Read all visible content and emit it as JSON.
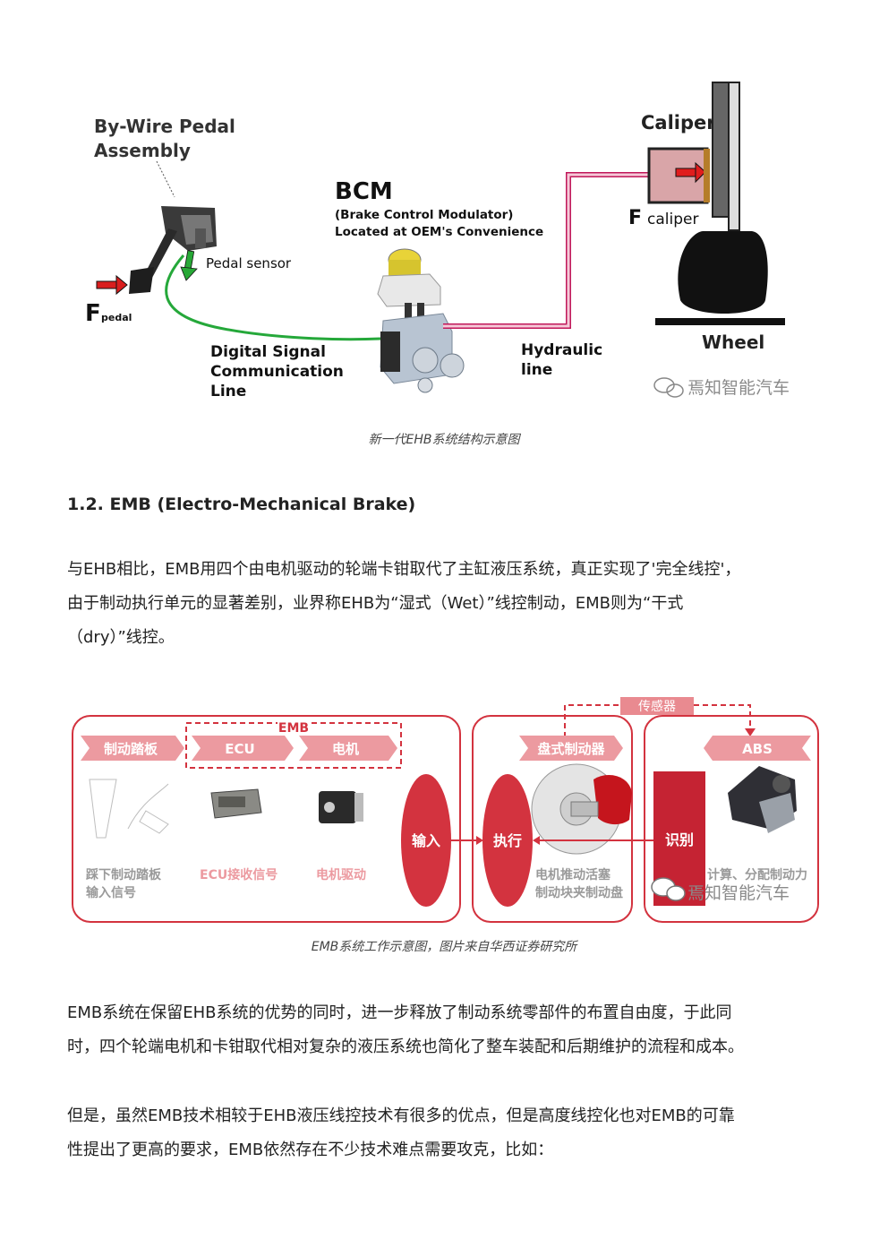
{
  "figure1": {
    "pedal_assembly_label": [
      "By-Wire Pedal",
      "Assembly"
    ],
    "bcm_title": "BCM",
    "bcm_sub1": "(Brake Control Modulator)",
    "bcm_sub2": "Located at OEM's Convenience",
    "pedal_sensor": "Pedal sensor",
    "f_pedal_main": "F",
    "f_pedal_sub": "pedal",
    "digital_signal": [
      "Digital Signal",
      "Communication",
      "Line"
    ],
    "hydraulic": [
      "Hydraulic",
      "line"
    ],
    "caliper": "Caliper",
    "f_caliper_main": "F",
    "f_caliper_sub": "caliper",
    "wheel": "Wheel",
    "watermark": "焉知智能汽车",
    "caption": "新一代EHB系统结构示意图"
  },
  "section_heading": "1.2. EMB (Electro-Mechanical Brake)",
  "paragraph1": [
    "与EHB相比，EMB用四个由电机驱动的轮端卡钳取代了主缸液压系统，真正实现了'完全线控'，",
    "由于制动执行单元的显著差别，业界称EHB为“湿式（Wet）”线控制动，EMB则为“干式",
    "（dry）”线控。"
  ],
  "figure2": {
    "sensor": "传感器",
    "emb": "EMB",
    "pedal_tag": "制动踏板",
    "ecu_tag": "ECU",
    "motor_tag": "电机",
    "disc_tag": "盘式制动器",
    "abs_tag": "ABS",
    "input": "输入",
    "execute": "执行",
    "identify": "识别",
    "pedal_desc": [
      "踩下制动踏板",
      "输入信号"
    ],
    "ecu_desc": "ECU接收信号",
    "motor_desc": "电机驱动",
    "disc_desc": [
      "电机推动活塞",
      "制动块夹制动盘"
    ],
    "abs_desc": "计算、分配制动力",
    "watermark": "焉知智能汽车",
    "caption": "EMB系统工作示意图，图片来自华西证券研究所",
    "accent": "#d3333f"
  },
  "paragraph2": [
    "EMB系统在保留EHB系统的优势的同时，进一步释放了制动系统零部件的布置自由度，于此同",
    "时，四个轮端电机和卡钳取代相对复杂的液压系统也简化了整车装配和后期维护的流程和成本。"
  ],
  "paragraph3": [
    "但是，虽然EMB技术相较于EHB液压线控技术有很多的优点，但是高度线控化也对EMB的可靠",
    "性提出了更高的要求，EMB依然存在不少技术难点需要攻克，比如："
  ]
}
